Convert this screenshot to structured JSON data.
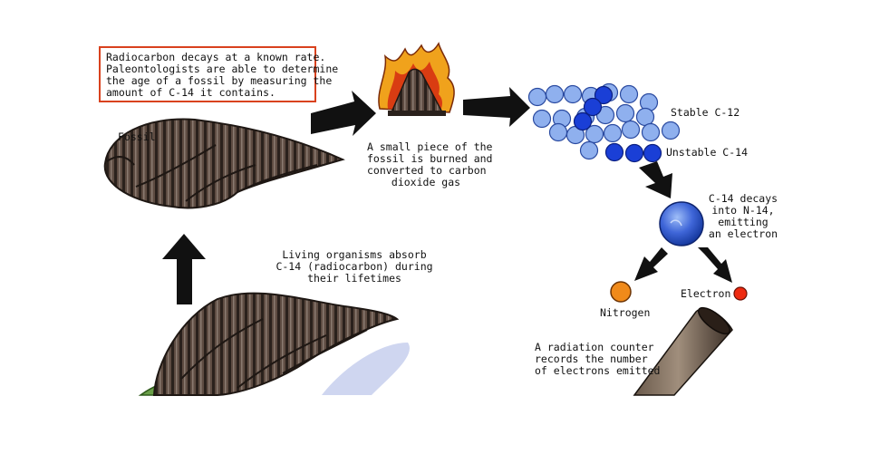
{
  "intro": {
    "text": "Radiocarbon decays at a known rate.\nPaleontologists are able to determine\nthe age of a fossil by measuring the\namount of C-14 it contains."
  },
  "labels": {
    "fossil": "Fossil",
    "burn_step": "A small piece of the\nfossil is burned and\nconverted to carbon\ndioxide gas",
    "stable_c12": "Stable C-12",
    "unstable_c14": "Unstable C-14",
    "decay": "C-14 decays\ninto N-14,\nemitting\nan electron",
    "nitrogen": "Nitrogen",
    "electron": "Electron",
    "living": "Living organisms absorb\nC-14 (radiocarbon) during\ntheir lifetimes",
    "counter": "A radiation counter\nrecords the number\nof electrons emitted"
  },
  "colors": {
    "box_border": "#d9421e",
    "arrow": "#111111",
    "c12_fill": "#8fb0ee",
    "c14_fill": "#1a3fd6",
    "nitrogen_fill": "#f08a1a",
    "electron_fill": "#ee2a10",
    "shell_fill": "#5e4c42",
    "flame_outer": "#f0a21c",
    "flame_inner": "#d93c12"
  },
  "icons": {
    "fossil": "fossil-shell-icon",
    "fire": "burning-fossil-icon",
    "atom": "n14-atom-icon",
    "snail": "living-snail-icon",
    "counter": "radiation-counter-tube-icon"
  }
}
